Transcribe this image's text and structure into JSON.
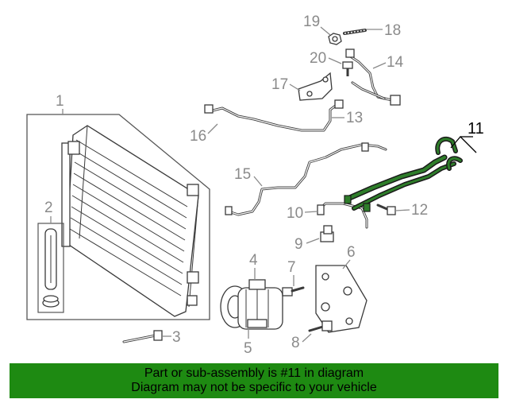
{
  "callouts": {
    "c1": "1",
    "c2": "2",
    "c3": "3",
    "c4": "4",
    "c5": "5",
    "c6": "6",
    "c7": "7",
    "c8": "8",
    "c9": "9",
    "c10": "10",
    "c11": "11",
    "c12": "12",
    "c13": "13",
    "c14": "14",
    "c15": "15",
    "c16": "16",
    "c17": "17",
    "c18": "18",
    "c19": "19",
    "c20": "20"
  },
  "colors": {
    "highlight_part": "#2e7d2a",
    "banner_background": "#1e8a12",
    "callout_text": "#8a8a8a"
  },
  "banner": {
    "line1": "Part or sub-assembly is #11 in diagram",
    "line2": "Diagram may not be specific to your vehicle"
  }
}
